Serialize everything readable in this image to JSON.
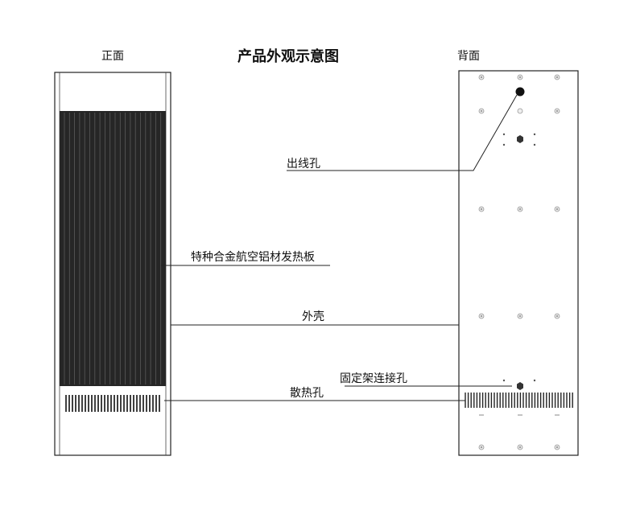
{
  "header": {
    "title": "产品外观示意图",
    "front_label": "正面",
    "back_label": "背面"
  },
  "callouts": {
    "cable_hole": "出线孔",
    "heating_plate": "特种合金航空铝材发热板",
    "shell": "外壳",
    "bracket_hole": "固定架连接孔",
    "vent_hole": "散热孔"
  }
}
